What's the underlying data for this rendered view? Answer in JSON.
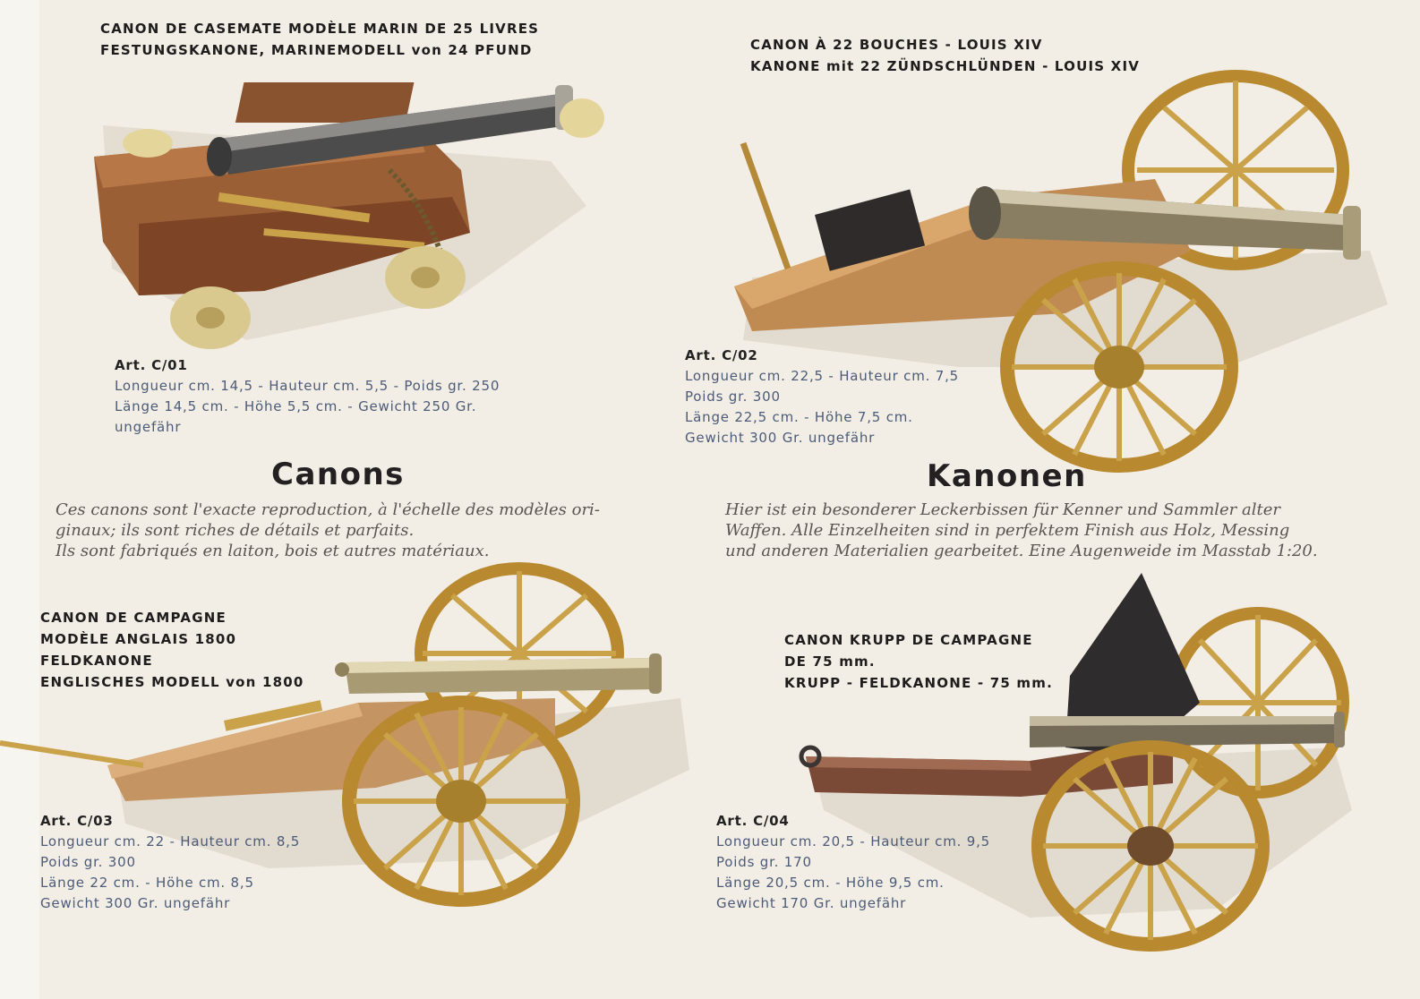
{
  "products": [
    {
      "title_lines": [
        "CANON DE CASEMATE MODÈLE MARIN DE 25 LIVRES",
        "FESTUNGSKANONE, MARINEMODELL von 24 PFUND"
      ],
      "art": "Art. C/01",
      "spec_lines": [
        "Longueur cm. 14,5 - Hauteur cm. 5,5 - Poids gr. 250",
        "Länge 14,5 cm. - Höhe 5,5 cm. - Gewicht 250 Gr.",
        "ungefähr"
      ]
    },
    {
      "title_lines": [
        "CANON À 22 BOUCHES - LOUIS XIV",
        "KANONE mit 22 ZÜNDSCHLÜNDEN - LOUIS XIV"
      ],
      "art": "Art. C/02",
      "spec_lines": [
        "Longueur cm. 22,5 - Hauteur cm. 7,5",
        "Poids gr. 300",
        "Länge 22,5 cm. - Höhe 7,5 cm.",
        "Gewicht 300 Gr. ungefähr"
      ]
    },
    {
      "title_lines": [
        "CANON DE CAMPAGNE",
        "MODÈLE ANGLAIS 1800",
        "FELDKANONE",
        "ENGLISCHES MODELL von 1800"
      ],
      "art": "Art. C/03",
      "spec_lines": [
        "Longueur cm. 22 - Hauteur cm. 8,5",
        "Poids gr. 300",
        "Länge 22 cm. - Höhe cm. 8,5",
        "Gewicht 300 Gr. ungefähr"
      ]
    },
    {
      "title_lines": [
        "CANON KRUPP DE CAMPAGNE",
        "DE 75 mm.",
        "KRUPP - FELDKANONE - 75 mm."
      ],
      "art": "Art. C/04",
      "spec_lines": [
        "Longueur cm. 20,5 - Hauteur cm. 9,5",
        "Poids gr. 170",
        "Länge 20,5 cm. - Höhe 9,5 cm.",
        "Gewicht 170 Gr. ungefähr"
      ]
    }
  ],
  "headings": {
    "french": "Canons",
    "german": "Kanonen"
  },
  "intro_fr": [
    "Ces canons sont l'exacte reproduction, à l'échelle des modèles ori-",
    "ginaux; ils sont riches de détails et parfaits.",
    "Ils sont fabriqués en laiton, bois et autres matériaux."
  ],
  "intro_de": [
    "Hier ist ein besonderer Leckerbissen für Kenner und Sammler alter",
    "Waffen. Alle Einzelheiten sind in perfektem Finish aus Holz, Messing",
    "und anderen Materialien gearbeitet. Eine Augenweide im Masstab 1:20."
  ],
  "colors": {
    "paper": "#f3eee5",
    "brass": "#c9a24a",
    "wood": "#b07a45",
    "dark_wood": "#7a4a2a",
    "iron": "#3d3a3a",
    "spec_text": "#4b5b78"
  }
}
